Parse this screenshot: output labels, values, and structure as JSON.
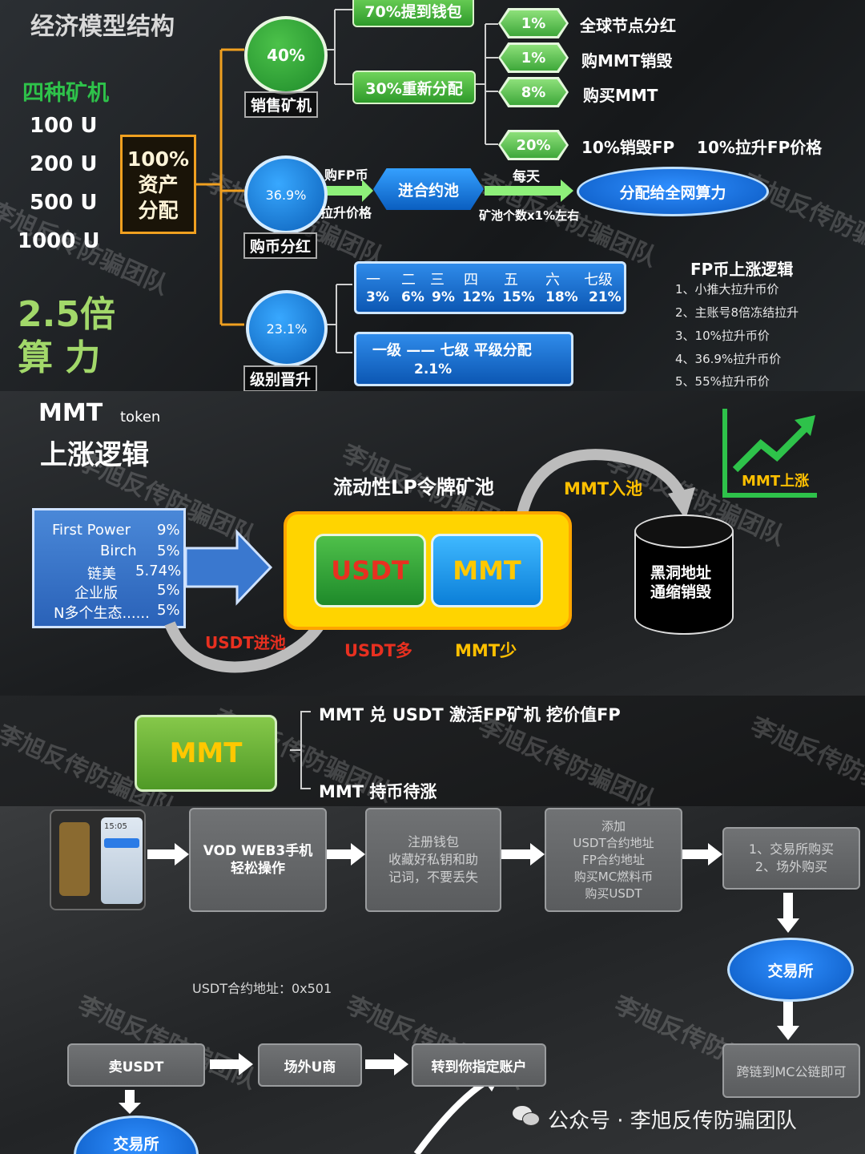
{
  "panel1": {
    "title": "经济模型结构",
    "machines_title": "四种矿机",
    "machines": [
      "100 U",
      "200 U",
      "500 U",
      "1000 U"
    ],
    "power_line1": "2.5倍",
    "power_line2": "算 力",
    "asset_box": [
      "100%",
      "资产",
      "分配"
    ],
    "sales": {
      "pct": "40%",
      "label": "销售矿机"
    },
    "wallet": "70%提到钱包",
    "redistribute": "30%重新分配",
    "splits": [
      {
        "pct": "1%",
        "label": "全球节点分红"
      },
      {
        "pct": "1%",
        "label": "购MMT销毁"
      },
      {
        "pct": "8%",
        "label": "购买MMT"
      },
      {
        "pct": "20%",
        "label": "10%销毁FP    10%拉升FP价格"
      }
    ],
    "buyback": {
      "pct": "36.9%",
      "label": "购币分红",
      "arrow_top": "购FP币",
      "arrow_bottom": "拉升价格",
      "pool": "进合约池",
      "daily": "每天",
      "pool_note": "矿池个数x1%左右",
      "distribute": "分配给全网算力"
    },
    "levels": {
      "pct": "23.1%",
      "label": "级别晋升",
      "names": [
        "一",
        "二",
        "三",
        "四",
        "五",
        "六",
        "七级"
      ],
      "values": [
        "3%",
        "6%",
        "9%",
        "12%",
        "15%",
        "18%",
        "21%"
      ],
      "flat_line1": "一级 —— 七级  平级分配",
      "flat_line2": "2.1%"
    },
    "fp_logic_title": "FP币上涨逻辑",
    "fp_logic": [
      "1、小推大拉升币价",
      "2、主账号8倍冻结拉升",
      "3、10%拉升币价",
      "4、36.9%拉升币价",
      "5、55%拉升币价"
    ]
  },
  "panel2": {
    "title_main": "MMT",
    "title_sub": "token",
    "subtitle": "上涨逻辑",
    "pool_title": "流动性LP令牌矿池",
    "source_items": [
      {
        "name": "First Power",
        "pct": "9%"
      },
      {
        "name": "Birch",
        "pct": "5%"
      },
      {
        "name": "链美",
        "pct": "5.74%"
      },
      {
        "name": "企业版",
        "pct": "5%"
      },
      {
        "name": "N多个生态......",
        "pct": "5%"
      }
    ],
    "usdt": "USDT",
    "mmt": "MMT",
    "usdt_in": "USDT进池",
    "usdt_more": "USDT多",
    "mmt_less": "MMT少",
    "mmt_in": "MMT入池",
    "blackhole": [
      "黑洞地址",
      "通缩销毁"
    ],
    "mmt_up": "MMT上涨"
  },
  "panel3": {
    "mmt": "MMT",
    "line1": "MMT 兑 USDT 激活FP矿机  挖价值FP",
    "line2": "MMT 持币待涨"
  },
  "panel4": {
    "phone_time": "15:05",
    "step1": [
      "VOD WEB3手机",
      "轻松操作"
    ],
    "step2": [
      "注册钱包",
      "收藏好私钥和助",
      "记词，不要丢失"
    ],
    "step3": [
      "添加",
      "USDT合约地址",
      "FP合约地址",
      "购买MC燃料币",
      "购买USDT"
    ],
    "step4": [
      "1、交易所购买",
      "2、场外购买"
    ],
    "exchange": "交易所",
    "chain": "跨链到MC公链即可",
    "usdt_addr": "USDT合约地址：0x501",
    "sell": "卖USDT",
    "otc": "场外U商",
    "transfer": "转到你指定账户",
    "exchange2": "交易所",
    "footer": "公众号 · 李旭反传防骗团队"
  },
  "watermark": "李旭反传防骗团队"
}
